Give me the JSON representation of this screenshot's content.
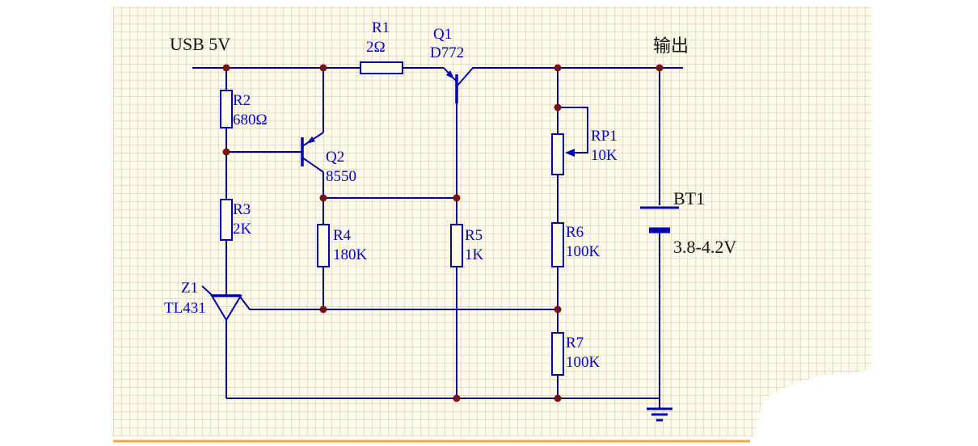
{
  "nets": {
    "input_label": "USB 5V",
    "output_label": "输出"
  },
  "components": {
    "r1": {
      "ref": "R1",
      "value": "2Ω"
    },
    "q1": {
      "ref": "Q1",
      "value": "D772"
    },
    "q2": {
      "ref": "Q2",
      "value": "8550"
    },
    "r2": {
      "ref": "R2",
      "value": "680Ω"
    },
    "r3": {
      "ref": "R3",
      "value": "2K"
    },
    "r4": {
      "ref": "R4",
      "value": "180K"
    },
    "r5": {
      "ref": "R5",
      "value": "1K"
    },
    "rp1": {
      "ref": "RP1",
      "value": "10K"
    },
    "r6": {
      "ref": "R6",
      "value": "100K"
    },
    "r7": {
      "ref": "R7",
      "value": "100K"
    },
    "z1": {
      "ref": "Z1",
      "value": "TL431"
    },
    "bt1": {
      "ref": "BT1",
      "value": "3.8-4.2V"
    }
  },
  "colors": {
    "wire": "#000085",
    "component_outline": "#0000b4",
    "label_blue": "#0000cd",
    "label_black": "#141414",
    "junction_dot": "#7a1212",
    "grid_background": "#fdfceb",
    "bottom_highlight_line": "#efa93d"
  }
}
